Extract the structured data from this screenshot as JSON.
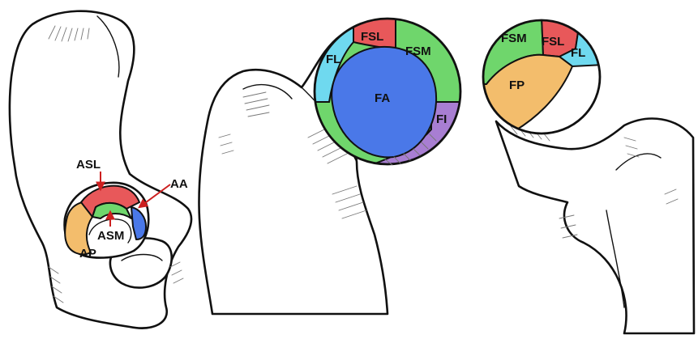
{
  "colors": {
    "superolateral": "#e8585a",
    "superomedial": "#6fd66c",
    "anterior": "#4a78e8",
    "lateral": "#6fd9ef",
    "posterior": "#f3bd6c",
    "inferior": "#a87ed2",
    "arrow": "#cc1f1f"
  },
  "acetabulum": {
    "labels": {
      "asl": "ASL",
      "aa": "AA",
      "asm": "ASM",
      "ap": "AP"
    }
  },
  "femur_front": {
    "labels": {
      "fsl": "FSL",
      "fsm": "FSM",
      "fl": "FL",
      "fa": "FA",
      "fi": "FI"
    }
  },
  "femur_lateral": {
    "labels": {
      "fsm": "FSM",
      "fsl": "FSL",
      "fl": "FL",
      "fp": "FP"
    }
  }
}
